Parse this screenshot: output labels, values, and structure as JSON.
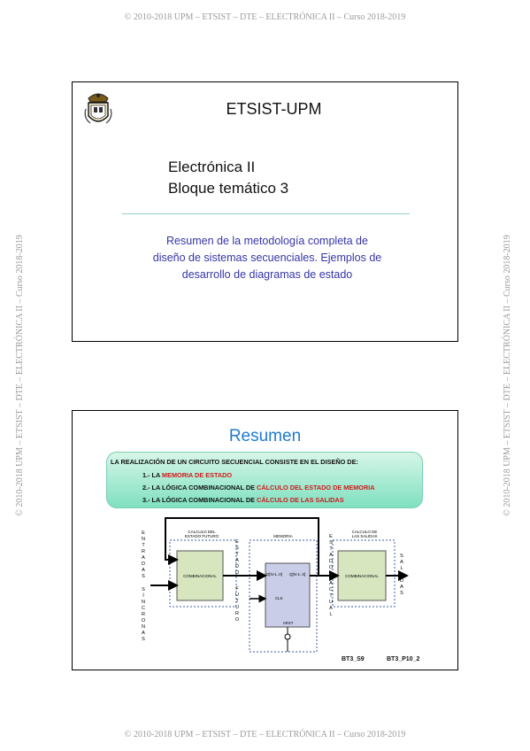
{
  "page": {
    "header": "© 2010-2018 UPM – ETSIST – DTE – ELECTRÓNICA II – Curso 2018-2019",
    "footer": "© 2010-2018 UPM – ETSIST – DTE – ELECTRÓNICA II – Curso 2018-2019",
    "side_left": "© 2010-2018 UPM – ETSIST – DTE – ELECTRÓNICA II – Curso 2018-2019",
    "side_right": "© 2010-2018 UPM – ETSIST – DTE – ELECTRÓNICA II – Curso 2018-2019"
  },
  "slide1": {
    "org": "ETSIST-UPM",
    "course_line1": "Electrónica II",
    "course_line2": "Bloque temático 3",
    "summary_line1": "Resumen de la metodología completa de",
    "summary_line2": "diseño de sistemas secuenciales. Ejemplos de",
    "summary_line3": "desarrollo de diagramas de estado",
    "colors": {
      "summary": "#3535a8",
      "rule": "#8fd3c7"
    },
    "logo_icon": "university-crest-icon"
  },
  "slide2": {
    "title": "Resumen",
    "lead": "LA REALIZACIÓN DE UN CIRCUITO SECUENCIAL CONSISTE  EN EL DISEÑO DE:",
    "items": [
      {
        "prefix": "1.- LA ",
        "highlight": "MEMORIA DE ESTADO"
      },
      {
        "prefix": "2.- LA LÓGICA COMBINACIONAL DE ",
        "highlight": "CÁLCULO DEL ESTADO DE MEMORIA"
      },
      {
        "prefix": "3.- LA LÓGICA COMBINACIONAL DE ",
        "highlight": "CÁLCULO DE LAS SALIDAS"
      }
    ],
    "diagram": {
      "label_next_state_line1": "CALCULO DEL",
      "label_next_state_line2": "ESTADO FUTURO",
      "label_memory": "MEMORIA",
      "label_outputs_line1": "CALCULO DE",
      "label_outputs_line2": "LAS SALIDAS",
      "comb1": "COMBINACIONAL",
      "comb2": "COMBINACIONAL",
      "ff_d": "D[N-1..0]",
      "ff_q": "Q[N-1..0]",
      "ff_clk": "CLK",
      "ff_rst": "nRST",
      "vertical_entradas": "ENTRADAS",
      "vertical_sincronas": "SÍNCRONAS",
      "vertical_estado_futuro": "ESTADO FUTURO",
      "vertical_estado_actual": "ESTADO ACTUAL",
      "vertical_salidas": "SALIDAS"
    },
    "code_left": "BT3_S9",
    "code_right": "BT3_P10_2",
    "colors": {
      "title": "#1f7ad0",
      "highlight": "#d11a1a",
      "dashed": "#3a5ea8"
    }
  }
}
